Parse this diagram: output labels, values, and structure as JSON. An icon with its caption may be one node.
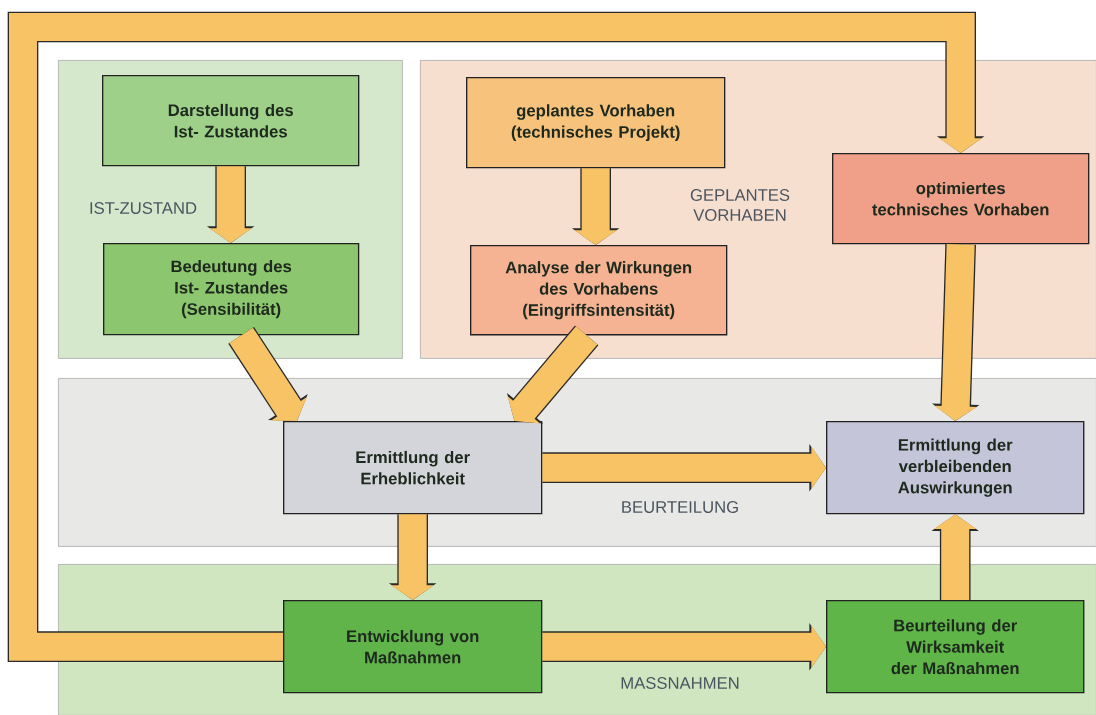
{
  "diagram": {
    "nodes": [
      {
        "text": [
          "IST-ZUSTAND"
        ]
      },
      {
        "text": [
          "Darstellung des Ist- Zustandes"
        ],
        "in": 0
      },
      {
        "text": [
          "Bedeutung des Ist- Zustandes (Sensibilität)"
        ],
        "in": 0
      },
      {
        "text": [
          "GEPLANTES VORHABEN"
        ]
      },
      {
        "text": [
          "geplantes Vorhaben (technisches Projekt)"
        ],
        "in": 3
      },
      {
        "text": [
          "Analyse der Wirkungen des Vorhabens (Eingriffsintensität)"
        ],
        "in": 3
      },
      {
        "text": [
          "optimiertes technisches Vorhaben"
        ],
        "in": 3
      },
      {
        "text": [
          "BEURTEILUNG"
        ]
      },
      {
        "text": [
          "Ermittlung der Erheblichkeit"
        ],
        "in": 7
      },
      {
        "text": [
          "Ermittlung der verbleibenden Auswirkungen"
        ],
        "in": 7
      },
      {
        "text": [
          "MASSNAHMEN"
        ]
      },
      {
        "text": [
          "Entwicklung von Maßnahmen"
        ],
        "in": 10
      },
      {
        "text": [
          "Beurteilung der Wirksamkeit der Maßnahmen"
        ],
        "in": 10
      }
    ],
    "edges": [
      {
        "from": 1,
        "to": 2,
        "arrow": "to"
      },
      {
        "from": 4,
        "to": 5,
        "arrow": "to"
      },
      {
        "from": 2,
        "to": 8,
        "arrow": "to"
      },
      {
        "from": 5,
        "to": 8,
        "arrow": "to"
      },
      {
        "from": 6,
        "to": 9,
        "arrow": "to"
      },
      {
        "from": 8,
        "to": 9,
        "arrow": "to"
      },
      {
        "from": 8,
        "to": 11,
        "arrow": "to"
      },
      {
        "from": 11,
        "to": 12,
        "arrow": "to"
      },
      {
        "from": 12,
        "to": 9,
        "arrow": "to"
      },
      {
        "from": 11,
        "to": 6,
        "arrow": "to"
      }
    ]
  }
}
